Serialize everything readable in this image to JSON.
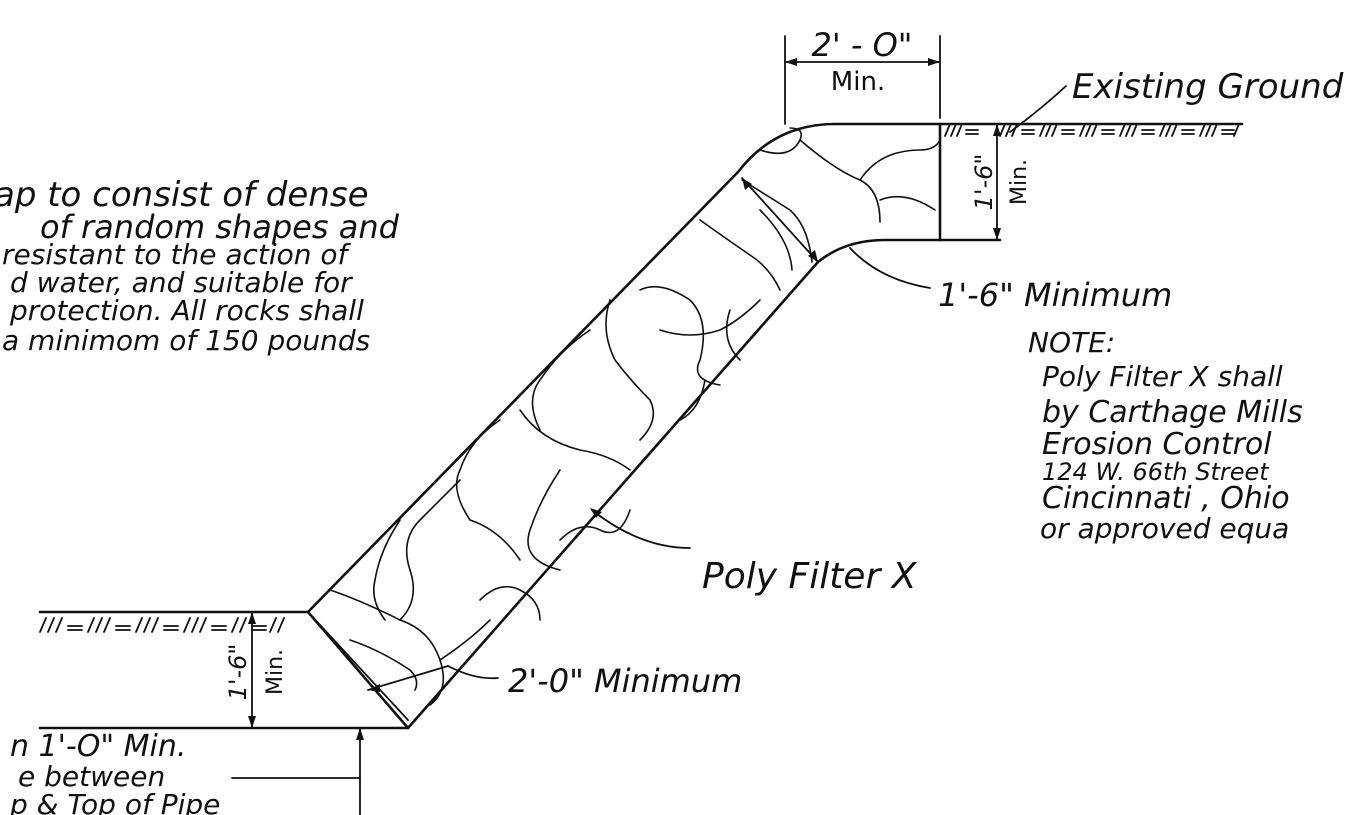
{
  "dimensions": {
    "top_width": "2' - O\"",
    "top_width_min": "Min.",
    "top_depth": "1'-6\"",
    "top_depth_min": "Min.",
    "bottom_depth": "1'-6\"",
    "bottom_depth_min": "Min."
  },
  "labels": {
    "existing_ground": "Existing Ground",
    "upper_minimum": "1'-6\" Minimum",
    "bottom_minimum": "2'-0\" Minimum",
    "poly_filter": "Poly Filter X"
  },
  "rip_rap_note": {
    "lines": [
      "ap to consist of dense",
      "of random shapes and",
      "resistant to the action of",
      "d water, and suitable for",
      "protection. All rocks shall",
      "a minimom of 150 pounds"
    ]
  },
  "filter_note": {
    "heading": "NOTE:",
    "lines": [
      "Poly Filter X shall",
      "by Carthage Mills",
      "Erosion Control",
      "124 W. 66th Street",
      "Cincinnati , Ohio",
      "or approved equa"
    ]
  },
  "pipe_note": {
    "lines": [
      "n 1'-O\" Min.",
      "e between",
      "p & Top of Pipe"
    ]
  }
}
